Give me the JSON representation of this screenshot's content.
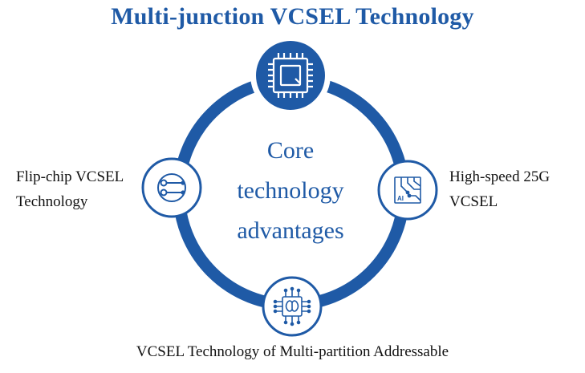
{
  "title": "Multi-junction VCSEL Technology",
  "center": [
    "Core",
    "technology",
    "advantages"
  ],
  "nodes": {
    "top": {
      "icon": "chip-icon"
    },
    "left": {
      "icon": "circuit-node-icon",
      "lines": [
        "Flip-chip VCSEL",
        "Technology"
      ]
    },
    "right": {
      "icon": "ai-circuit-board-icon",
      "lines": [
        "High-speed 25G",
        "VCSEL"
      ]
    },
    "bottom": {
      "icon": "brain-chip-icon",
      "label": "VCSEL Technology of Multi-partition Addressable"
    }
  },
  "colors": {
    "ring": "#1f5aa6",
    "node_fill": "#1f5aa6",
    "outline": "#1f5aa6",
    "text": "#111111"
  }
}
